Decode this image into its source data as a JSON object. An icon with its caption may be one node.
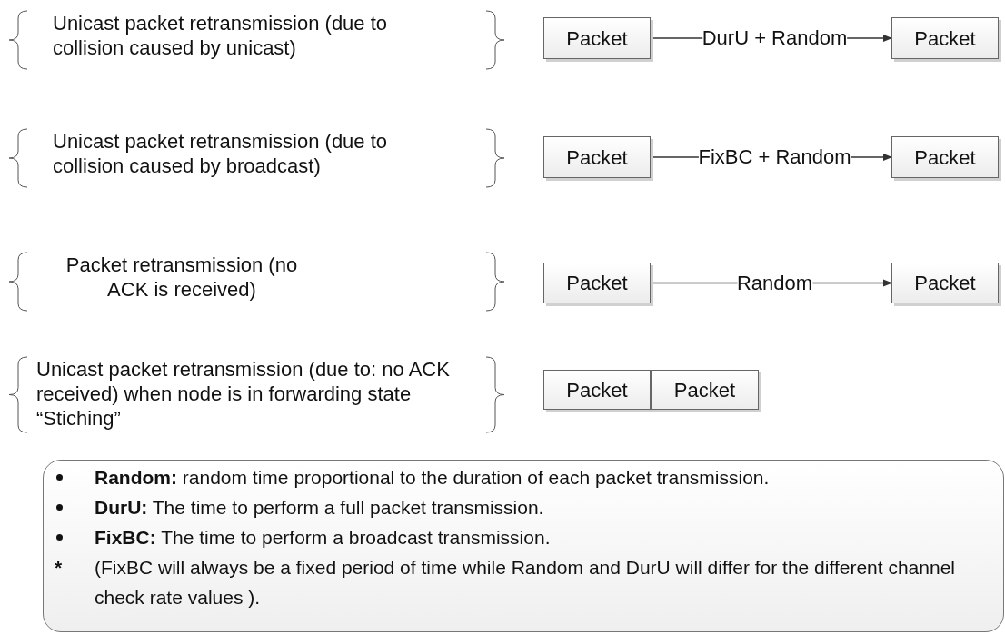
{
  "diagram": {
    "nodes": [
      {
        "text": [
          "Packet"
        ]
      },
      {
        "text": [
          "Packet"
        ]
      },
      {
        "text": [
          "Packet"
        ]
      },
      {
        "text": [
          "Packet"
        ]
      },
      {
        "text": [
          "Packet"
        ]
      },
      {
        "text": [
          "Packet"
        ]
      },
      {
        "text": [
          "Packet"
        ]
      },
      {
        "text": [
          "Packet"
        ]
      },
      {
        "text": [
          "**Random:** random time proportional to the duration of each packet transmission.",
          "**DurU:** The time to perform a full packet transmission.",
          "**FixBC:** The time to perform a broadcast transmission.",
          "*",
          "(FixBC will always be a fixed period of time while Random and DurU will differ for the different channel check rate values )."
        ]
      }
    ],
    "edges": [
      {
        "from": 0,
        "to": 1,
        "arrow": "to",
        "label": "DurU + Random"
      },
      {
        "from": 2,
        "to": 3,
        "arrow": "to",
        "label": "FixBC + Random"
      },
      {
        "from": 4,
        "to": 5,
        "arrow": "to",
        "label": "Random"
      }
    ],
    "labels": [
      "Unicast packet retransmission (due to collision caused by unicast)",
      "Unicast packet retransmission (due to collision caused by broadcast)",
      "Packet retransmission (no ACK is received)",
      "Unicast packet retransmission (due to: no ACK received) when node is in forwarding state “Stiching”"
    ]
  }
}
